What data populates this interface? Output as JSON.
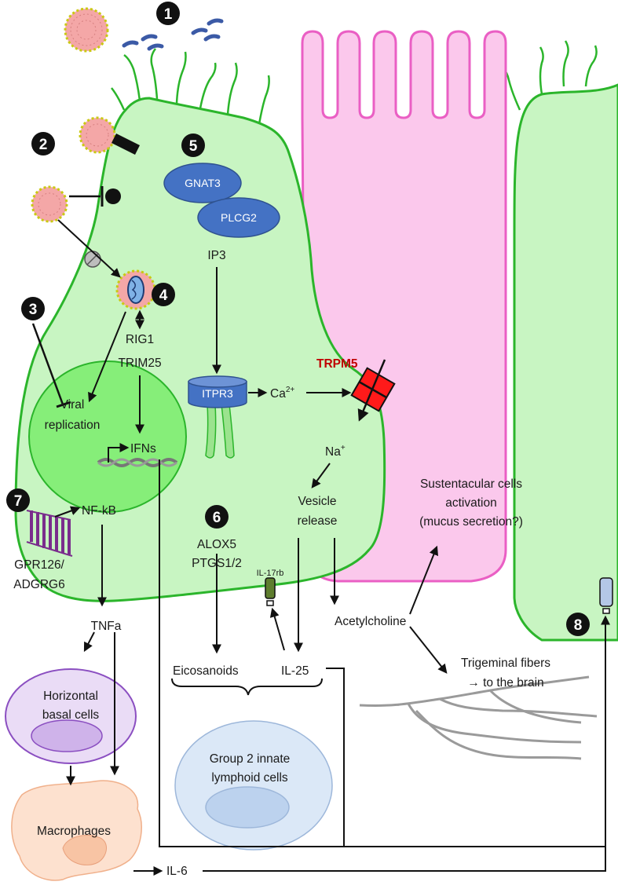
{
  "colors": {
    "cell_fill": "#c8f5c2",
    "cell_stroke": "#2bb52b",
    "nucleus_fill": "#86ee79",
    "sustentacular_fill": "#fbc8ec",
    "sustentacular_stroke": "#ea5fc4",
    "protein_fill": "#4472c4",
    "trpm5_fill": "#ff1a1a",
    "trpm5_label": "#c00000",
    "basal_fill": "#eadcf6",
    "basal_stroke": "#8b4fc1",
    "macrophage_fill": "#fde1cf",
    "ilc_fill": "#dbe8f7",
    "nerve": "#9a9a9a",
    "receptor": "#7a2d8c",
    "il17rb": "#5e7d2e",
    "virus_body": "#f4a7a7",
    "virus_spike": "#c9c913",
    "arrow": "#111111"
  },
  "markers": {
    "m1": "1",
    "m2": "2",
    "m3": "3",
    "m4": "4",
    "m5": "5",
    "m6": "6",
    "m7": "7",
    "m8": "8"
  },
  "proteins": {
    "gnat3": "GNAT3",
    "plcg2": "PLCG2",
    "itpr3": "ITPR3"
  },
  "labels": {
    "ip3": "IP3",
    "ca": "Ca",
    "ca_sup": "2+",
    "trpm5": "TRPM5",
    "na": "Na",
    "na_sup": "+",
    "rig1": "RIG1",
    "trim25": "TRIM25",
    "viral_replication_1": "Viral",
    "viral_replication_2": "replication",
    "ifns": "IFNs",
    "nfkb": "NF-kB",
    "gpr126_1": "GPR126/",
    "gpr126_2": "ADGRG6",
    "tnfa": "TNFa",
    "alox5": "ALOX5",
    "ptgs": "PTGS1/2",
    "vesicle_1": "Vesicle",
    "vesicle_2": "release",
    "il17rb": "IL-17rb",
    "acetylcholine": "Acetylcholine",
    "eicosanoids": "Eicosanoids",
    "il25": "IL-25",
    "sust_1": "Sustentacular cells",
    "sust_2": "activation",
    "sust_3": "(mucus secretion?)",
    "trig_1": "Trigeminal fibers",
    "trig_2": "→ to the brain",
    "basal_1": "Horizontal",
    "basal_2": "basal cells",
    "ilc_1": "Group 2 innate",
    "ilc_2": "lymphoid cells",
    "macrophages": "Macrophages",
    "il6": "IL-6"
  }
}
